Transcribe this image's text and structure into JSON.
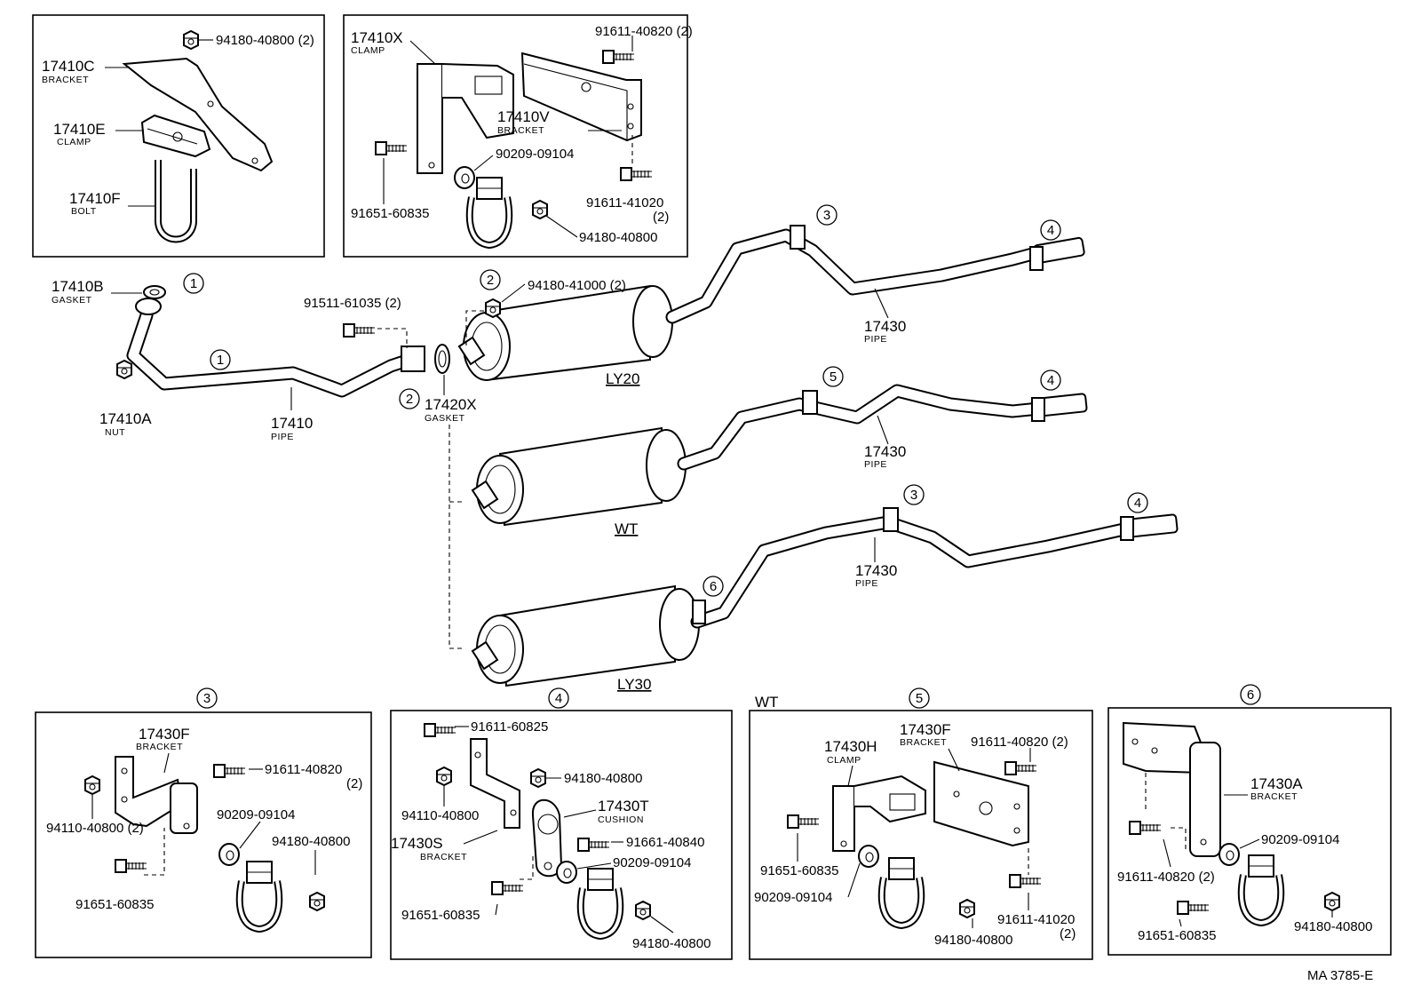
{
  "labels": {
    "p94180_40800_2_a": "94180-40800 (2)",
    "p17410C": "17410C",
    "bracket": "BRACKET",
    "p17410E": "17410E",
    "clamp": "CLAMP",
    "p17410F": "17410F",
    "bolt": "BOLT",
    "p17410X": "17410X",
    "p91611_40820_2_a": "91611-40820 (2)",
    "p17410V": "17410V",
    "p90209_09104_a": "90209-09104",
    "p91611_41020": "91611-41020",
    "qty2": "(2)",
    "p91651_60835_a": "91651-60835",
    "p94180_40800_a": "94180-40800",
    "p17410B": "17410B",
    "gasket": "GASKET",
    "p91511_61035_2": "91511-61035 (2)",
    "p94180_41000_2": "94180-41000 (2)",
    "p17410A": "17410A",
    "nut": "NUT",
    "p17410": "17410",
    "pipe": "PIPE",
    "p17420X": "17420X",
    "p17430": "17430",
    "ly20": "LY20",
    "wt": "WT",
    "ly30": "LY30",
    "p17430F": "17430F",
    "p91611_40820": "91611-40820",
    "p94110_40800_2": "94110-40800 (2)",
    "p94180_40800_b": "94180-40800",
    "p91651_60835_b": "91651-60835",
    "p90209_09104_b": "90209-09104",
    "p91611_60825": "91611-60825",
    "p94180_40800_c": "94180-40800",
    "p94110_40800": "94110-40800",
    "p17430T": "17430T",
    "cushion": "CUSHION",
    "p91661_40840": "91661-40840",
    "p17430S": "17430S",
    "p90209_09104_c": "90209-09104",
    "p91651_60835_c": "91651-60835",
    "p94180_40800_d": "94180-40800",
    "wt_section": "WT",
    "p17430H": "17430H",
    "p17430F_b": "17430F",
    "p91611_40820_2_b": "91611-40820 (2)",
    "p91651_60835_d": "91651-60835",
    "p90209_09104_d": "90209-09104",
    "p91611_41020_b": "91611-41020",
    "p94180_40800_e": "94180-40800",
    "p17430A": "17430A",
    "p90209_09104_e": "90209-09104",
    "p91611_40820_2_c": "91611-40820 (2)",
    "p91651_60835_e": "91651-60835",
    "p94180_40800_f": "94180-40800",
    "code": "MA  3785-E"
  },
  "callouts": {
    "c1": "1",
    "c2": "2",
    "c3": "3",
    "c4": "4",
    "c5": "5",
    "c6": "6"
  }
}
